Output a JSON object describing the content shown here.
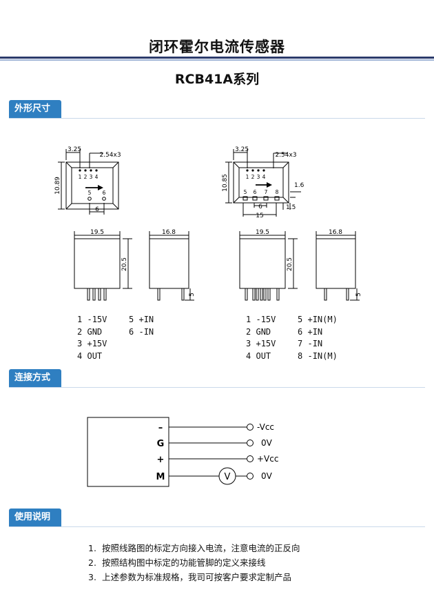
{
  "header": {
    "title": "闭环霍尔电流传感器",
    "subtitle": "RCB41A系列"
  },
  "sections": {
    "dimensions": "外形尺寸",
    "connection": "连接方式",
    "usage": "使用说明"
  },
  "drawing_left": {
    "dim_top": "3.25",
    "dim_pitch": "2.54x3",
    "dim_height": "10.89",
    "dim_bottom": "6",
    "pin_labels_top": [
      "1",
      "2",
      "3",
      "4"
    ],
    "pin_labels_bottom": [
      "5",
      "6"
    ],
    "front_width": "19.5",
    "front_height": "20.5",
    "side_width": "16.8",
    "pin_length": "5"
  },
  "drawing_right": {
    "dim_top": "3.25",
    "dim_pitch": "2.54x3",
    "dim_height": "10.85",
    "dim_right_upper": "1.6",
    "dim_right_lower": "1.5",
    "dim_bottom": "6",
    "dim_bottom_total": "15",
    "pin_labels_top": [
      "1",
      "2",
      "3",
      "4"
    ],
    "pin_labels_bottom": [
      "5",
      "6",
      "7",
      "8"
    ],
    "front_width": "19.5",
    "front_height": "20.5",
    "side_width": "16.8",
    "pin_length": "5"
  },
  "pins_left": [
    [
      "1",
      "-15V",
      "5",
      "+IN"
    ],
    [
      "2",
      "GND",
      "6",
      "-IN"
    ],
    [
      "3",
      "+15V",
      "",
      ""
    ],
    [
      "4",
      "OUT",
      "",
      ""
    ]
  ],
  "pins_right": [
    [
      "1",
      "-15V",
      "5",
      "+IN(M)"
    ],
    [
      "2",
      "GND",
      "6",
      "+IN"
    ],
    [
      "3",
      "+15V",
      "7",
      "-IN"
    ],
    [
      "4",
      "OUT",
      "8",
      "-IN(M)"
    ]
  ],
  "connection": {
    "box_labels": [
      "–",
      "G",
      "+",
      "M"
    ],
    "terminals": [
      "-Vcc",
      "0V",
      "+Vcc",
      "0V"
    ],
    "meter_label": "V"
  },
  "notes": [
    {
      "num": "1.",
      "text": "按照线路图的标定方向接入电流，注意电流的正反向"
    },
    {
      "num": "2.",
      "text": "按照结构图中标定的功能管脚的定义来接线"
    },
    {
      "num": "3.",
      "text": "上述参数为标准规格，我司可按客户要求定制产品"
    }
  ],
  "colors": {
    "section_label_bg": "#2f7fc1",
    "title_rule": "#2b3a6b",
    "title_rule_light": "#9fb4d6"
  }
}
